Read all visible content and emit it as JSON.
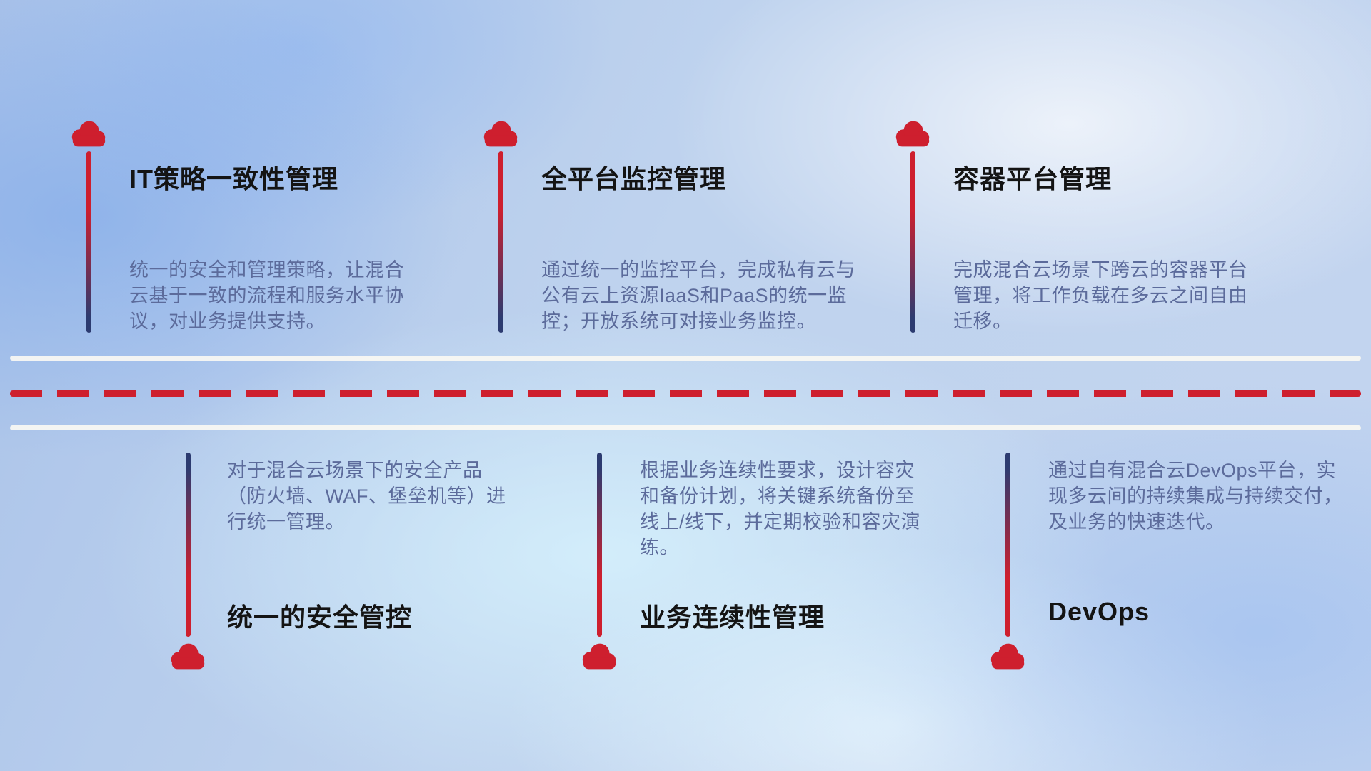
{
  "colors": {
    "red": "#ce1f2e",
    "navy": "#2c3b70",
    "desc": "#5c6b9b",
    "title": "#141414"
  },
  "top_items": [
    {
      "icon": "cloud-icon",
      "title": "IT策略一致性管理",
      "desc": "统一的安全和管理策略，让混合云基于一致的流程和服务水平协议，对业务提供支持。"
    },
    {
      "icon": "cloud-icon",
      "title": "全平台监控管理",
      "desc": "通过统一的监控平台，完成私有云与公有云上资源IaaS和PaaS的统一监控；开放系统可对接业务监控。"
    },
    {
      "icon": "cloud-icon",
      "title": "容器平台管理",
      "desc": "完成混合云场景下跨云的容器平台管理，将工作负载在多云之间自由迁移。"
    }
  ],
  "bottom_items": [
    {
      "icon": "cloud-icon",
      "title": "统一的安全管控",
      "desc": "对于混合云场景下的安全产品（防火墙、WAF、堡垒机等）进行统一管理。"
    },
    {
      "icon": "cloud-icon",
      "title": "业务连续性管理",
      "desc": "根据业务连续性要求，设计容灾和备份计划，将关键系统备份至线上/线下，并定期校验和容灾演练。"
    },
    {
      "icon": "cloud-icon",
      "title": "DevOps",
      "desc": "通过自有混合云DevOps平台，实现多云间的持续集成与持续交付，及业务的快速迭代。"
    }
  ]
}
